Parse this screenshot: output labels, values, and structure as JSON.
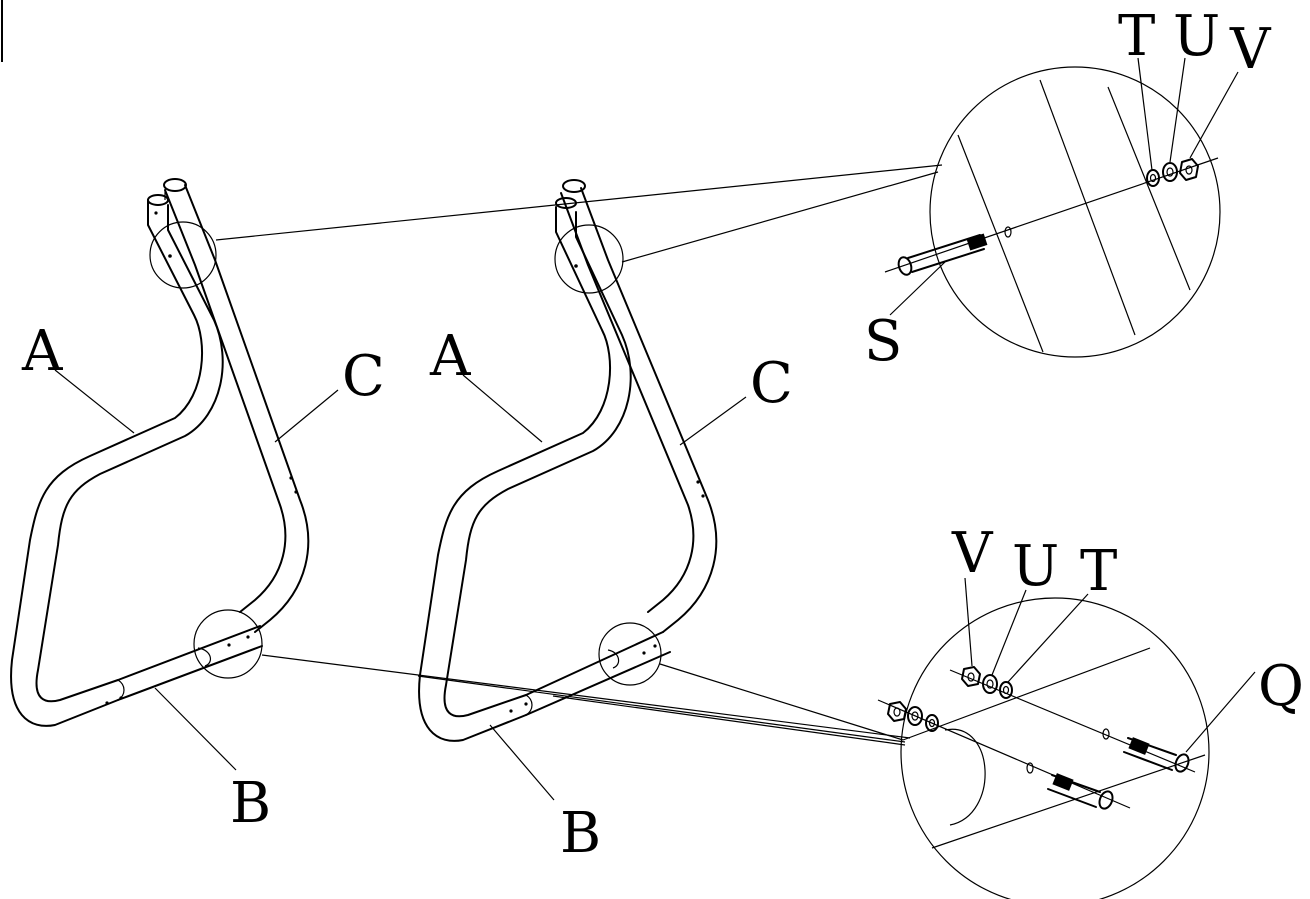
{
  "diagram": {
    "frame_a": {
      "labels": {
        "tube_a": "A",
        "tube_c": "C",
        "tube_b": "B"
      }
    },
    "frame_b": {
      "labels": {
        "tube_a": "A",
        "tube_c": "C",
        "tube_b": "B"
      }
    },
    "detail_top": {
      "labels": {
        "bolt": "S",
        "washer": "T",
        "spring_washer": "U",
        "nut": "V"
      }
    },
    "detail_bottom": {
      "labels": {
        "bolt": "Q",
        "washer": "T",
        "spring_washer": "U",
        "nut": "V"
      }
    },
    "colors": {
      "line": "#000000",
      "background": "#ffffff"
    }
  }
}
